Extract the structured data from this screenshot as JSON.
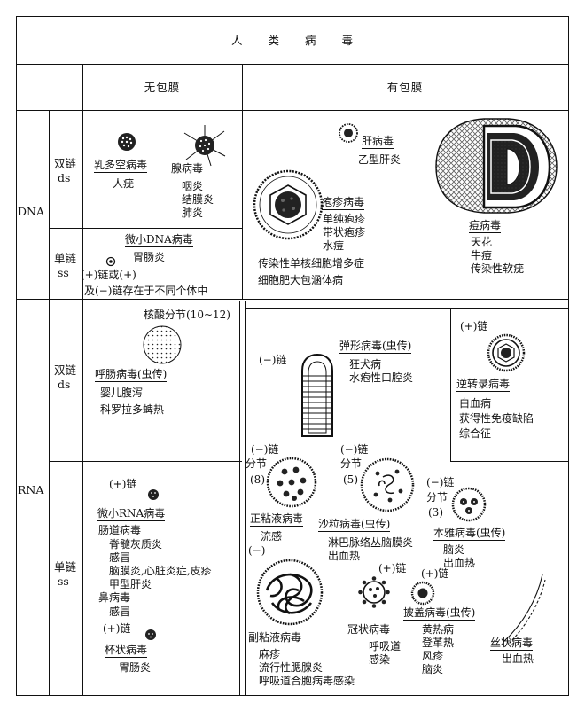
{
  "table": {
    "title": [
      "人",
      "类",
      "病",
      "毒"
    ],
    "col_no_envelope": "无包膜",
    "col_envelope": "有包膜",
    "row_dna": "DNA",
    "row_rna": "RNA",
    "ds_cn": "双链",
    "ds_en": "ds",
    "ss_cn": "单链",
    "ss_en": "ss"
  },
  "dna_ds": {
    "papova": {
      "name": "乳多空病毒",
      "diseases": [
        "人疣"
      ]
    },
    "adeno": {
      "name": "腺病毒",
      "diseases": [
        "咽炎",
        "结膜炎",
        "肺炎"
      ]
    },
    "hepadna": {
      "name": "肝病毒",
      "diseases": [
        "乙型肝炎"
      ]
    },
    "herpes": {
      "name": "疱疹病毒",
      "diseases": [
        "单纯疱疹",
        "带状疱疹",
        "水痘",
        "传染性单核细胞增多症",
        "细胞肥大包涵体病"
      ]
    },
    "pox": {
      "name": "痘病毒",
      "diseases": [
        "天花",
        "牛痘",
        "传染性软疣"
      ]
    }
  },
  "dna_ss": {
    "parvo": {
      "name": "微小DNA病毒",
      "diseases": [
        "胃肠炎"
      ],
      "note1": "(+)链或(+)",
      "note2": "及(−)链存在于不同个体中"
    }
  },
  "rna_ds": {
    "reo": {
      "segment_note": "核酸分节(10~12)",
      "name": "呼肠病毒(虫传)",
      "diseases": [
        "婴儿腹泻",
        "科罗拉多蜱热"
      ]
    },
    "rhabdo": {
      "strand": "(−)链",
      "name": "弹形病毒(虫传)",
      "diseases": [
        "狂犬病",
        "水疱性口腔炎"
      ]
    },
    "retro": {
      "strand": "(+)链",
      "name": "逆转录病毒",
      "diseases": [
        "白血病",
        "获得性免疫缺陷",
        "综合征"
      ]
    }
  },
  "rna_ss": {
    "picorna": {
      "strand": "(+)链",
      "name": "微小RNA病毒",
      "diseases": [
        "肠道病毒",
        "脊髓灰质炎",
        "感冒",
        "脑膜炎,心脏炎症,皮疹",
        "甲型肝炎",
        "鼻病毒",
        "感冒"
      ]
    },
    "calici": {
      "strand": "(+)链",
      "name": "杯状病毒",
      "diseases": [
        "胃肠炎"
      ]
    },
    "orthomyxo": {
      "strand": "(−)链",
      "segment": "分节",
      "count": "(8)",
      "name": "正粘液病毒",
      "diseases": [
        "流感"
      ]
    },
    "arena": {
      "strand": "(−)链",
      "segment": "分节",
      "count": "(5)",
      "name": "沙粒病毒(虫传)",
      "diseases": [
        "淋巴脉络丛脑膜炎",
        "出血热"
      ]
    },
    "bunya": {
      "strand": "(−)链",
      "segment": "分节",
      "count": "(3)",
      "name": "本雅病毒(虫传)",
      "diseases": [
        "脑炎",
        "出血热"
      ]
    },
    "paramyxo": {
      "strand": "(−)",
      "name": "副粘液病毒",
      "diseases": [
        "麻疹",
        "流行性腮腺炎",
        "呼吸道合胞病毒感染"
      ]
    },
    "corona": {
      "strand": "(+)链",
      "name": "冠状病毒",
      "diseases": [
        "呼吸道",
        "感染"
      ]
    },
    "toga": {
      "strand": "(+)链",
      "name": "披盖病毒(虫传)",
      "diseases": [
        "黄热病",
        "登革热",
        "风疹",
        "脑炎"
      ]
    },
    "filo": {
      "name": "丝状病毒",
      "diseases": [
        "出血热"
      ]
    }
  }
}
